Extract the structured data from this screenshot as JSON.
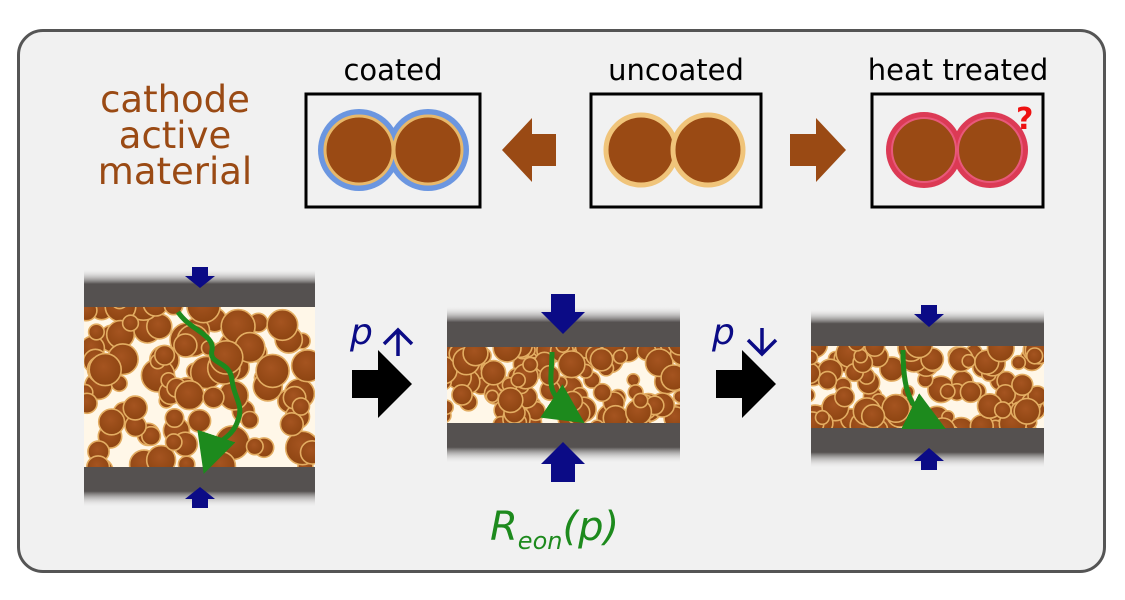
{
  "header": {
    "material_label_line1": "cathode",
    "material_label_line2": "active",
    "material_label_line3": "material"
  },
  "samples": {
    "coated": "coated",
    "uncoated": "uncoated",
    "heat_treated": "heat treated",
    "question_mark": "?"
  },
  "pressure": {
    "increase_symbol": "p",
    "decrease_symbol": "p",
    "resistance_main": "R",
    "resistance_sub": "eon",
    "resistance_arg": "(p)"
  },
  "colors": {
    "particle": "#9a4a14",
    "particle_rim": "#e8b86a",
    "coating": "#6b96e0",
    "heat_coating": "#dc3a55",
    "arrow_brown": "#9a4a14",
    "arrow_black": "#000000",
    "press_arrow": "#0b0b86",
    "current_path": "#1d8a1d",
    "plate": "#555150"
  },
  "icons": [
    "left-arrow-icon",
    "right-arrow-icon",
    "up-arrow-icon",
    "down-arrow-icon",
    "press-arrow-icon"
  ]
}
